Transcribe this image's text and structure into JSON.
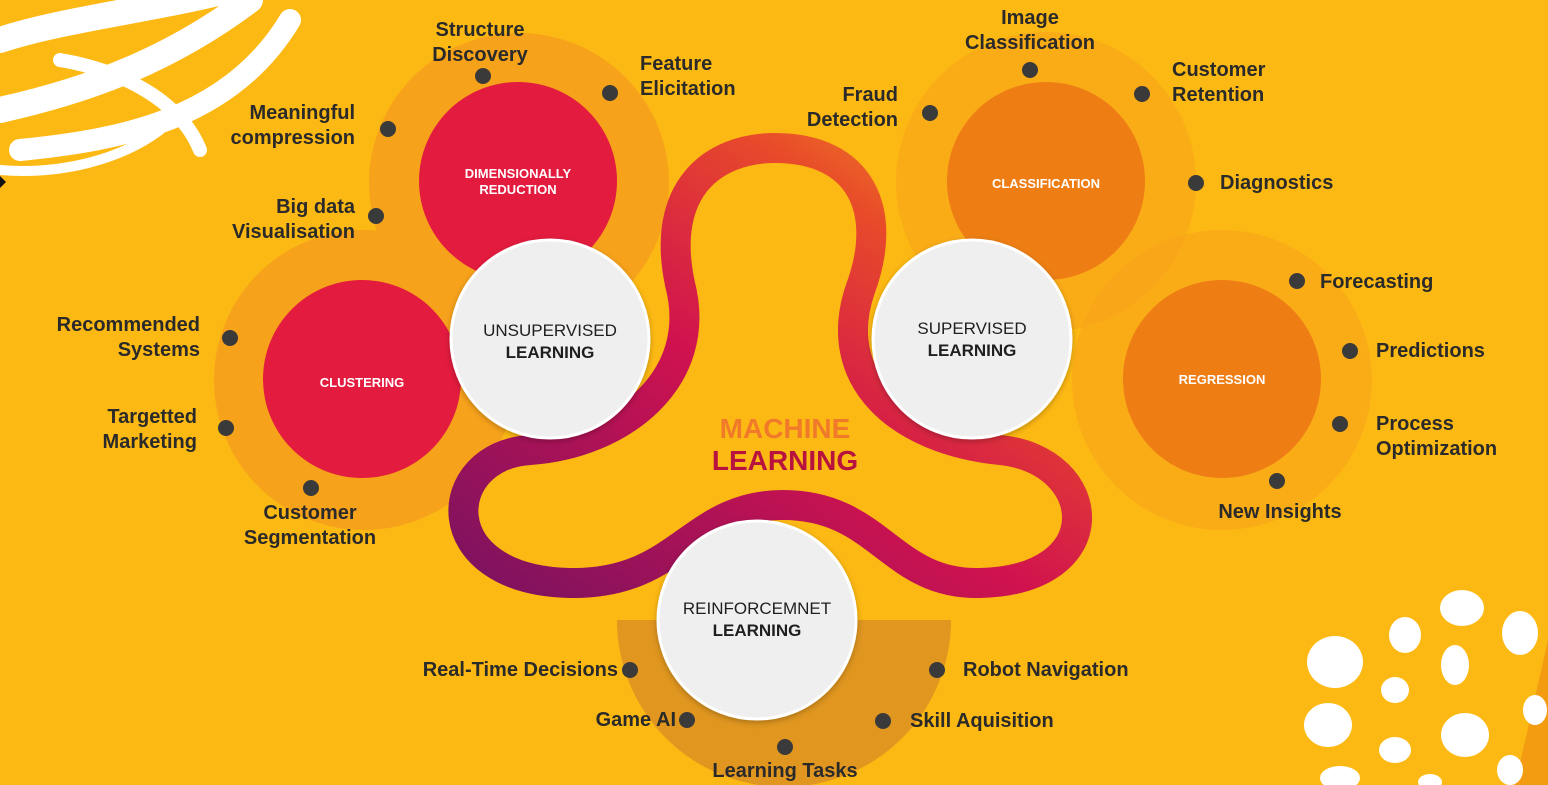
{
  "title": {
    "line1": "MACHINE",
    "line2": "LEARNING"
  },
  "colors": {
    "background": "#FDB913",
    "ring_outer": "#F7A21B",
    "red": "#E31B3E",
    "orange": "#EE7E14",
    "path_start": "#7B1260",
    "path_mid": "#D0124F",
    "path_end": "#F3A21C",
    "dot": "#3a3a3a",
    "text": "#2a2a2a"
  },
  "main_nodes": {
    "unsupervised": {
      "line1": "UNSUPERVISED",
      "line2": "LEARNING"
    },
    "supervised": {
      "line1": "SUPERVISED",
      "line2": "LEARNING"
    },
    "reinforcement": {
      "line1": "REINFORCEMNET",
      "line2": "LEARNING"
    }
  },
  "sub_nodes": {
    "dimensionality": {
      "line1": "DIMENSIONALLY",
      "line2": "REDUCTION"
    },
    "classification": {
      "label": "CLASSIFICATION"
    },
    "clustering": {
      "label": "CLUSTERING"
    },
    "regression": {
      "label": "REGRESSION"
    }
  },
  "leaves": {
    "dimensionality": [
      {
        "line1": "Structure",
        "line2": "Discovery"
      },
      {
        "line1": "Feature",
        "line2": "Elicitation"
      },
      {
        "line1": "Meaningful",
        "line2": "compression"
      },
      {
        "line1": "Big data",
        "line2": "Visualisation"
      }
    ],
    "classification": [
      {
        "line1": "Image",
        "line2": "Classification"
      },
      {
        "line1": "Customer",
        "line2": "Retention"
      },
      {
        "line1": "Fraud",
        "line2": "Detection"
      },
      {
        "line1": "Diagnostics",
        "line2": ""
      }
    ],
    "clustering": [
      {
        "line1": "Recommended",
        "line2": "Systems"
      },
      {
        "line1": "Targetted",
        "line2": "Marketing"
      },
      {
        "line1": "Customer",
        "line2": "Segmentation"
      }
    ],
    "regression": [
      {
        "line1": "Forecasting",
        "line2": ""
      },
      {
        "line1": "Predictions",
        "line2": ""
      },
      {
        "line1": "Process",
        "line2": "Optimization"
      },
      {
        "line1": "New Insights",
        "line2": ""
      }
    ],
    "reinforcement": [
      {
        "line1": "Real-Time Decisions",
        "line2": ""
      },
      {
        "line1": "Robot Navigation",
        "line2": ""
      },
      {
        "line1": "Game AI",
        "line2": ""
      },
      {
        "line1": "Skill Aquisition",
        "line2": ""
      },
      {
        "line1": "Learning Tasks",
        "line2": ""
      }
    ]
  }
}
